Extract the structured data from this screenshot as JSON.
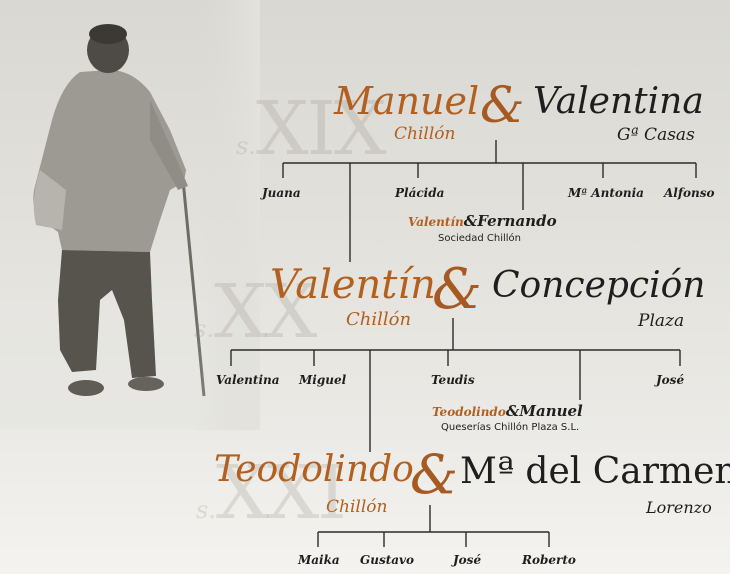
{
  "generations": [
    {
      "century_prefix": "s.",
      "century_roman": "XIX",
      "first_name_left": "Manuel",
      "surname_left": "Chillón",
      "ampersand": "&",
      "first_name_right": "Valentina",
      "surname_right": "Gª Casas",
      "children": [
        "Juana",
        "Plácida",
        "Mª Antonia",
        "Alfonso"
      ],
      "business": {
        "name_a": "Valentín",
        "connector": "&",
        "name_b": "Fernando",
        "company": "Sociedad Chillón"
      }
    },
    {
      "century_prefix": "s.",
      "century_roman": "XX",
      "first_name_left": "Valentín",
      "surname_left": "Chillón",
      "ampersand": "&",
      "first_name_right": "Concepción",
      "surname_right": "Plaza",
      "children": [
        "Valentina",
        "Miguel",
        "Teudis",
        "José"
      ],
      "business": {
        "name_a": "Teodolindo",
        "connector": "&",
        "name_b": "Manuel",
        "company": "Queserías Chillón Plaza S.L."
      }
    },
    {
      "century_prefix": "s.",
      "century_roman": "XXI",
      "first_name_left": "Teodolindo",
      "surname_left": "Chillón",
      "ampersand": "&",
      "first_name_right": "Mª del Carmen",
      "surname_right": "Lorenzo",
      "children": [
        "Maika",
        "Gustavo",
        "José",
        "Roberto"
      ]
    }
  ],
  "colors": {
    "accent": "#b25f1f",
    "text": "#1e1e1e",
    "background": "#e2e1dc"
  }
}
